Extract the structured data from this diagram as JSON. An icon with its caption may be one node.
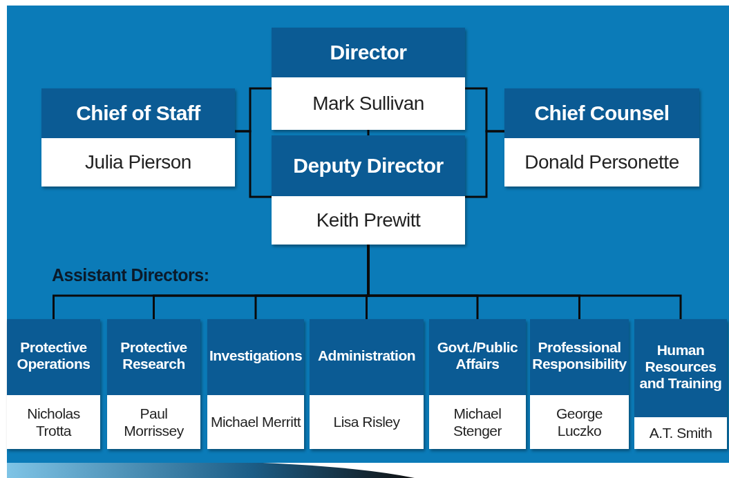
{
  "diagram": {
    "nodes": [
      {
        "text": [
          "Director",
          "Mark Sullivan"
        ]
      },
      {
        "text": [
          "Chief of Staff",
          "Julia Pierson"
        ]
      },
      {
        "text": [
          "Chief Counsel",
          "Donald Personette"
        ]
      },
      {
        "text": [
          "Deputy Director",
          "Keith Prewitt"
        ]
      },
      {
        "text": [
          "Protective Operations",
          "Nicholas Trotta"
        ]
      },
      {
        "text": [
          "Protective Research",
          "Paul Morrissey"
        ]
      },
      {
        "text": [
          "Investigations",
          "Michael Merritt"
        ]
      },
      {
        "text": [
          "Administration",
          "Lisa Risley"
        ]
      },
      {
        "text": [
          "Govt./Public Affairs",
          "Michael Stenger"
        ]
      },
      {
        "text": [
          "Professional Responsibility",
          "George Luczko"
        ]
      },
      {
        "text": [
          "Human Resources and Training",
          "A.T. Smith"
        ]
      }
    ],
    "edges": [
      {
        "from": 0,
        "to": 1,
        "arrow": "none"
      },
      {
        "from": 3,
        "to": 1,
        "arrow": "none"
      },
      {
        "from": 0,
        "to": 2,
        "arrow": "none"
      },
      {
        "from": 3,
        "to": 2,
        "arrow": "none"
      },
      {
        "from": 0,
        "to": 3,
        "arrow": "none"
      },
      {
        "from": 3,
        "to": 4,
        "arrow": "none"
      },
      {
        "from": 3,
        "to": 5,
        "arrow": "none"
      },
      {
        "from": 3,
        "to": 6,
        "arrow": "none"
      },
      {
        "from": 3,
        "to": 7,
        "arrow": "none"
      },
      {
        "from": 3,
        "to": 8,
        "arrow": "none"
      },
      {
        "from": 3,
        "to": 9,
        "arrow": "none"
      },
      {
        "from": 3,
        "to": 10,
        "arrow": "none"
      }
    ],
    "labels": [
      "Assistant Directors:"
    ]
  }
}
